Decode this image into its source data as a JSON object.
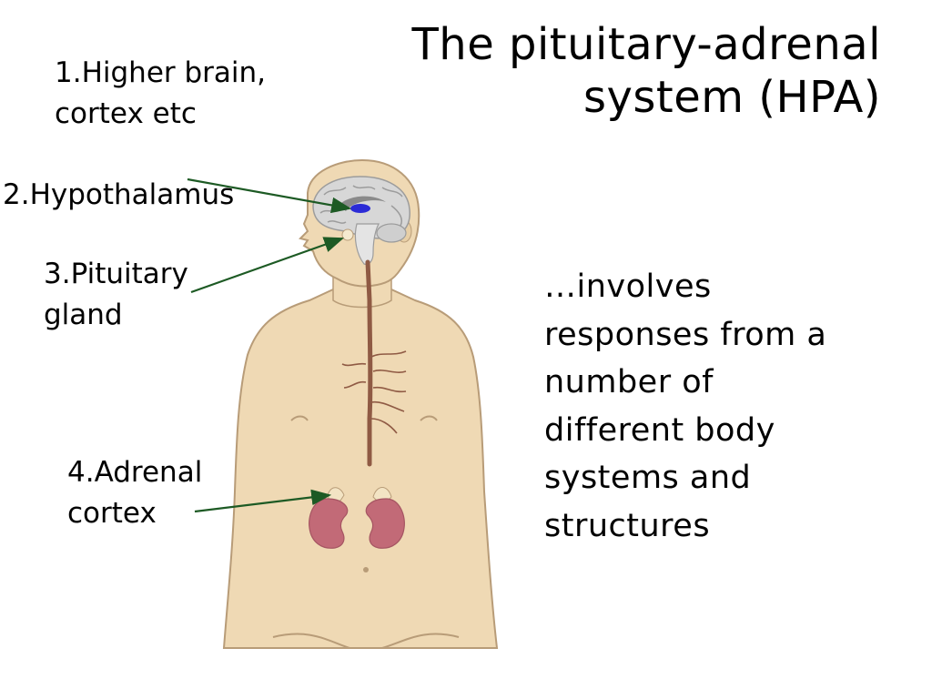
{
  "title": {
    "line1": "The pituitary-adrenal",
    "line2": "system  (HPA)"
  },
  "labels": {
    "higher_brain": {
      "line1": "1.Higher brain,",
      "line2": "cortex etc"
    },
    "hypothalamus": {
      "line1": "2.Hypothalamus"
    },
    "pituitary": {
      "line1": "3.Pituitary",
      "line2": "gland"
    },
    "adrenal": {
      "line1": "4.Adrenal",
      "line2": "cortex"
    }
  },
  "description": {
    "lines": [
      "…involves",
      "responses from a",
      "number of",
      "different body",
      "systems and",
      "structures"
    ]
  },
  "colors": {
    "skin": "#efd9b4",
    "skin_outline": "#b89c78",
    "brain": "#d7d7d7",
    "hypothalamus": "#2b2bd6",
    "nerve": "#8f5a44",
    "kidney": "#c26a77",
    "adrenal": "#f3e4c4",
    "arrow": "#1d5a24"
  }
}
